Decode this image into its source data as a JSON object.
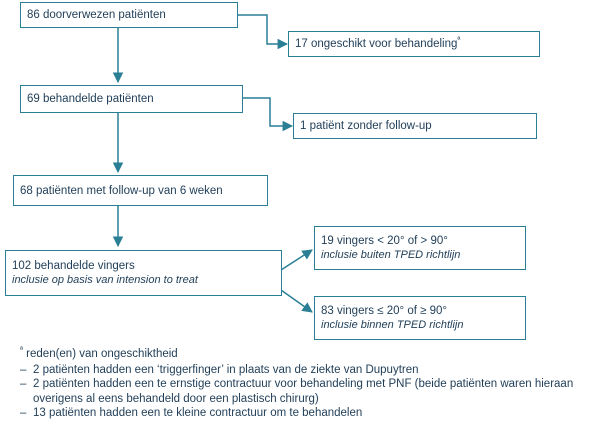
{
  "flow": {
    "referred": "86 doorverwezen patiënten",
    "unsuitable": "17 ongeschikt voor behandeling",
    "unsuitable_mark": "ª",
    "treated": "69 behandelde patiënten",
    "no_followup": "1 patiënt zonder follow-up",
    "followup": "68 patiënten met follow-up van 6 weken",
    "fingers": "102 behandelde vingers",
    "fingers_note": "inclusie op basis van intension to treat",
    "outside": "19 vingers < 20° of > 90°",
    "outside_note": "inclusie buiten TPED richtlijn",
    "inside": "83 vingers ≤ 20° of ≥ 90°",
    "inside_note": "inclusie binnen TPED richtlijn"
  },
  "footnote": {
    "mark": "ª",
    "title": "reden(en) van ongeschiktheid",
    "items": [
      "2 patiënten hadden een ‘triggerfinger’ in plaats van de ziekte van Dupuytren",
      "2 patiënten hadden een te ernstige contractuur voor behandeling met PNF (beide patiënten waren hieraan overigens al eens behandeld door een plastisch chirurg)",
      "13 patiënten hadden een te kleine contractuur om te behandelen"
    ]
  },
  "colors": {
    "box_border": "#2a7f95",
    "arrow": "#2a7f95",
    "text": "#1f3d57"
  }
}
